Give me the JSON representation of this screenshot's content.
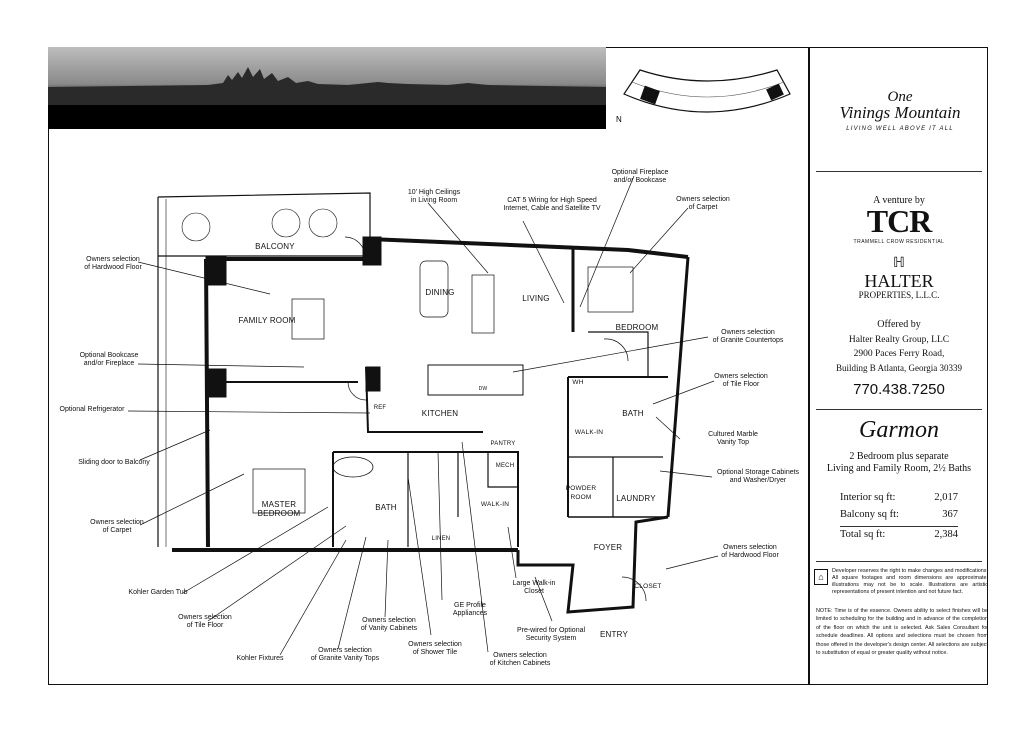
{
  "plan": {
    "rooms": {
      "balcony": "BALCONY",
      "family_room": "FAMILY ROOM",
      "dining": "DINING",
      "living": "LIVING",
      "bedroom": "BEDROOM",
      "kitchen": "KITCHEN",
      "master_bedroom": "MASTER\nBEDROOM",
      "bath_master": "BATH",
      "walk_in_master": "WALK-IN",
      "linen": "LINEN",
      "mech": "MECH",
      "pantry": "PANTRY",
      "ref": "REF",
      "walk_in_bed": "WALK-IN",
      "bath_bed": "BATH",
      "wh": "WH",
      "powder_room": "POWDER\nROOM",
      "laundry": "LAUNDRY",
      "foyer": "FOYER",
      "closet": "CLOSET",
      "entry": "ENTRY",
      "dw": "DW",
      "north": "N"
    },
    "callouts": {
      "hardwood_family": "Owners selection\nof Hardwood Floor",
      "bookcase_family": "Optional Bookcase\nand/or Fireplace",
      "refrigerator": "Optional Refrigerator",
      "sliding_door": "Sliding door to Balcony",
      "carpet_master": "Owners selection\nof Carpet",
      "ceilings": "10' High Ceilings\nin Living Room",
      "cat5": "CAT 5 Wiring for High Speed\nInternet, Cable and Satellite TV",
      "fireplace_living": "Optional Fireplace\nand/or Bookcase",
      "carpet_bedroom": "Owners selection\nof Carpet",
      "granite_counters": "Owners selection\nof Granite Countertops",
      "tile_floor_bath": "Owners selection\nof Tile Floor",
      "marble_vanity": "Cultured Marble\nVanity Top",
      "storage_cabinets": "Optional Storage Cabinets\nand Washer/Dryer",
      "hardwood_foyer": "Owners selection\nof Hardwood Floor",
      "garden_tub": "Kohler Garden Tub",
      "tile_floor_master": "Owners selection\nof Tile Floor",
      "kohler_fixtures": "Kohler Fixtures",
      "granite_vanity": "Owners selection\nof Granite Vanity Tops",
      "vanity_cabinets": "Owners selection\nof Vanity Cabinets",
      "shower_tile": "Owners selection\nof Shower Tile",
      "ge_appliances": "GE Profile\nAppliances",
      "kitchen_cabinets": "Owners selection\nof Kitchen Cabinets",
      "walkin_closet": "Large Walk-in\nCloset",
      "security": "Pre-wired for Optional\nSecurity System"
    }
  },
  "sidebar": {
    "logo_line1": "One",
    "logo_line2": "Vinings Mountain",
    "logo_tagline": "LIVING WELL ABOVE IT ALL",
    "venture_by": "A venture by",
    "tcr": "TCR",
    "tcr_sub": "TRAMMELL CROW RESIDENTIAL",
    "halter_line1": "HALTER",
    "halter_line2": "PROPERTIES, L.L.C.",
    "offered_by": "Offered by",
    "offered_name": "Halter Realty Group, LLC",
    "offered_address1": "2900 Paces Ferry Road,",
    "offered_address2": "Building B  Atlanta, Georgia  30339",
    "phone": "770.438.7250",
    "plan_name": "Garmon",
    "plan_desc": "2 Bedroom plus separate\nLiving and Family Room, 2½ Baths",
    "stats": [
      {
        "label": "Interior sq ft:",
        "value": "2,017"
      },
      {
        "label": "Balcony sq ft:",
        "value": "367"
      },
      {
        "label": "Total sq ft:",
        "value": "2,384"
      }
    ],
    "disclaimer": "Developer reserves the right to make changes and modifications. All square footages and room dimensions are approximate; illustrations may not be to scale. Illustrations are artistic representations of present intention and not future fact.",
    "note": "NOTE: Time is of the essence. Owners ability to select finishes will be limited to scheduling for the building and in advance of the completion of the floor on which the unit is selected. Ask Sales Consultant for schedule deadlines. All options and selections must be chosen from those offered in the developer's design center. All selections are subject to substitution of equal or greater quality without notice."
  }
}
